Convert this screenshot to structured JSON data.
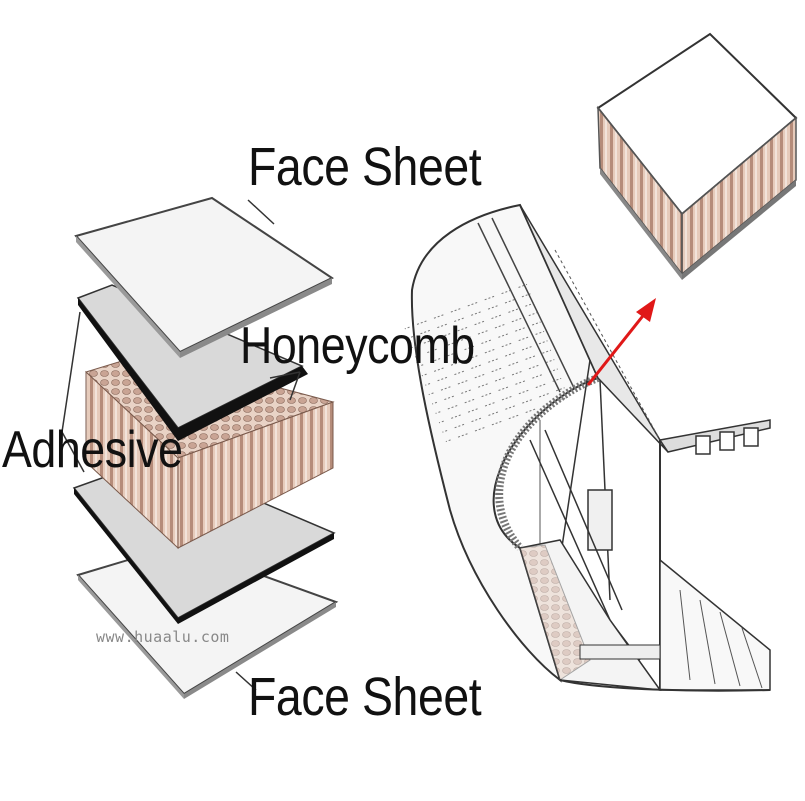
{
  "labels": {
    "face_sheet_top": "Face Sheet",
    "honeycomb": "Honeycomb",
    "adhesive": "Adhesive",
    "face_sheet_bottom": "Face Sheet"
  },
  "watermark": "www.huaalu.com",
  "colors": {
    "honeycomb_core": "#d8b8a8",
    "adhesive_layer": "#111111",
    "face_sheet": "#f2f2f2",
    "arrow": "#e01818",
    "line": "#333333"
  }
}
